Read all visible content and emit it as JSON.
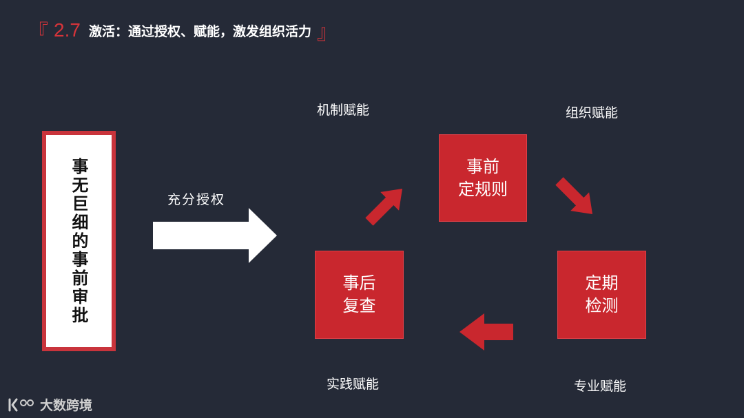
{
  "title": {
    "bracket_open": "『",
    "number": "2.7",
    "text": "激活：通过授权、赋能，激发组织活力",
    "bracket_close": "』"
  },
  "left_box": {
    "text": "事无巨细的事前审批"
  },
  "arrow_label": "充分授权",
  "boxes": {
    "pre": {
      "line1": "事前",
      "line2": "定规则"
    },
    "regular": {
      "line1": "定期",
      "line2": "检测"
    },
    "post": {
      "line1": "事后",
      "line2": "复查"
    }
  },
  "labels": {
    "mechanism": "机制赋能",
    "organization": "组织赋能",
    "practice": "实践赋能",
    "professional": "专业赋能"
  },
  "watermark": {
    "text": "大数跨境"
  },
  "colors": {
    "background": "#252a37",
    "accent_red": "#c9272e",
    "white": "#ffffff"
  }
}
